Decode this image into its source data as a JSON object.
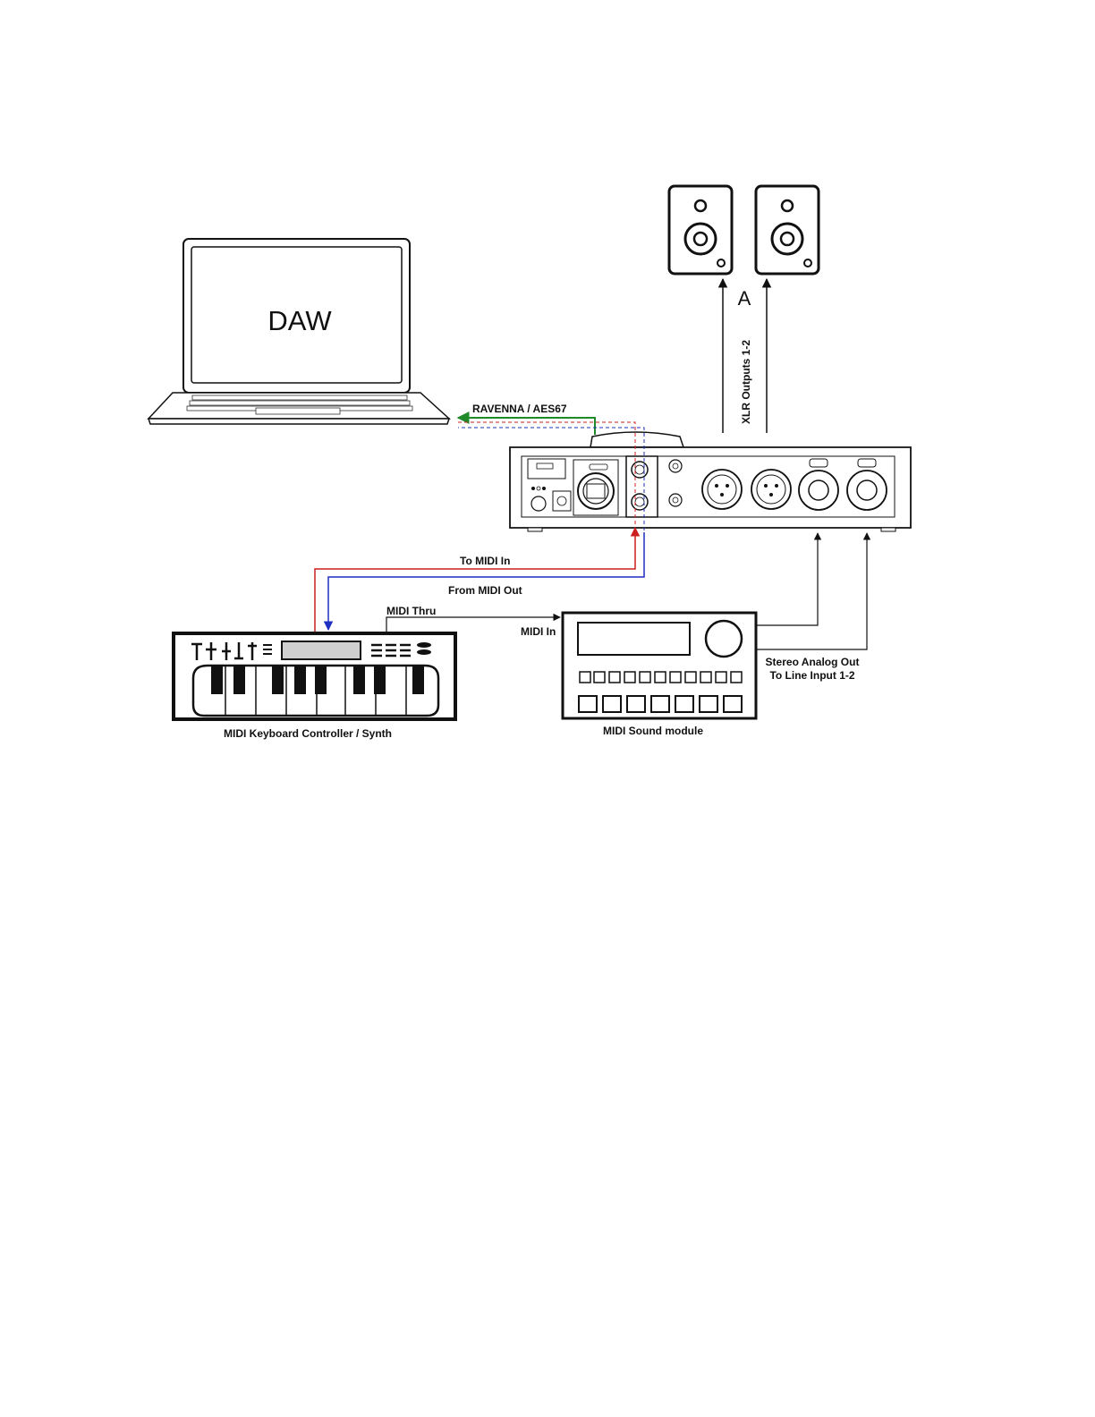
{
  "diagram": {
    "laptop_screen_text": "DAW",
    "speaker_pair_label": "A",
    "xlr_outputs_label": "XLR Outputs 1-2",
    "network_label": "RAVENNA / AES67",
    "to_midi_in_label": "To MIDI In",
    "from_midi_out_label": "From MIDI Out",
    "midi_thru_label": "MIDI Thru",
    "midi_in_label": "MIDI In",
    "stereo_out_label_1": "Stereo Analog Out",
    "stereo_out_label_2": "To Line Input 1-2",
    "keyboard_caption": "MIDI Keyboard Controller / Synth",
    "sound_module_caption": "MIDI Sound module",
    "colors": {
      "network_green": "#1f8a2a",
      "midi_red": "#cc1f1f",
      "midi_blue": "#1f2fbf"
    }
  }
}
